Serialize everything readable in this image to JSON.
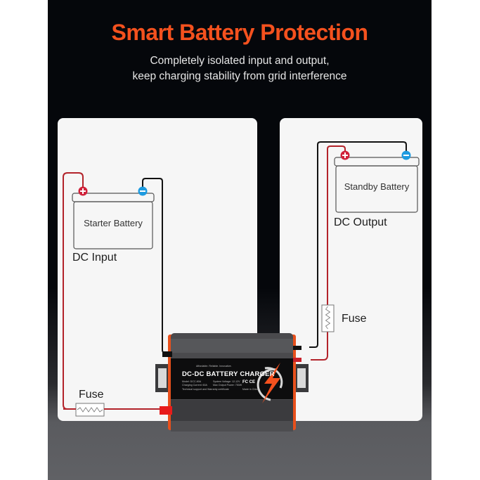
{
  "header": {
    "title": "Smart Battery Protection",
    "subtitle_line1": "Completely isolated input and output,",
    "subtitle_line2": "keep charging stability from grid interference"
  },
  "left_panel": {
    "battery_label": "Starter Battery",
    "section_label": "DC Input",
    "fuse_label": "Fuse",
    "positive_terminal": "+",
    "negative_terminal": "−"
  },
  "right_panel": {
    "battery_label": "Standby Battery",
    "section_label": "DC Output",
    "fuse_label": "Fuse",
    "positive_terminal": "+",
    "negative_terminal": "−"
  },
  "charger": {
    "product_name": "DC-DC BATTERY CHARGER",
    "tagline": "Affordable. Reliable. Innovative.",
    "spec_model": "Model: DCC-60A",
    "spec_current": "Charging Current: 60A",
    "spec_voltage": "System Voltage: 12-12V",
    "spec_power": "Max Output Power: 750W",
    "certifications": "FC CE",
    "footer": "Technical support and Warranty certificate",
    "made_in": "Made in China"
  },
  "colors": {
    "accent_orange": "#f4511e",
    "positive_red": "#d0223a",
    "negative_blue": "#1e9be0",
    "wire_red": "#b3232a",
    "wire_black": "#111111",
    "panel_bg": "#f6f6f6",
    "background_dark": "#05070b"
  }
}
